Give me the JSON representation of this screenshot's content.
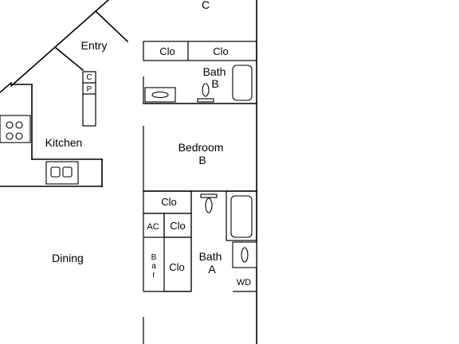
{
  "rooms": {
    "c": "C",
    "entry": "Entry",
    "kitchen": "Kitchen",
    "dining": "Dining",
    "bedroom_b_line1": "Bedroom",
    "bedroom_b_line2": "B",
    "bath_b_line1": "Bath",
    "bath_b_line2": "B",
    "bath_a_line1": "Bath",
    "bath_a_line2": "A"
  },
  "closets": {
    "top_left": "Clo",
    "top_right": "Clo",
    "mid": "Clo",
    "small": "Clo",
    "bottom": "Clo"
  },
  "utilities": {
    "ac": "AC",
    "wd": "WD",
    "pantry_c": "C",
    "pantry_p": "P",
    "bar_1": "B",
    "bar_2": "a",
    "bar_3": "r"
  }
}
